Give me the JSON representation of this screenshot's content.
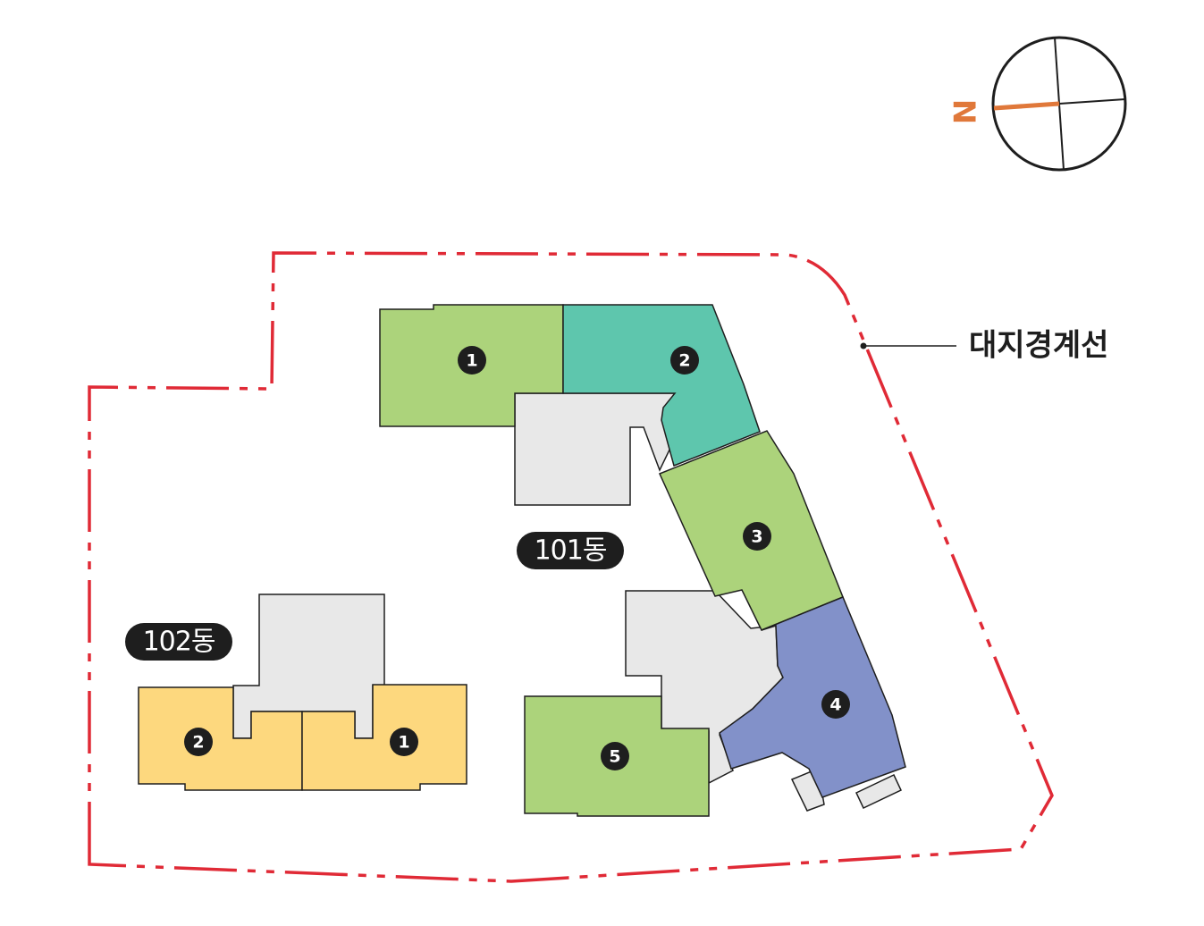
{
  "compass": {
    "north_label": "N",
    "north_color": "#e0783a",
    "ring_color": "#1e1e1e"
  },
  "site_boundary": {
    "label": "대지경계선",
    "color": "#e02a36"
  },
  "buildings": [
    {
      "name": "101동",
      "units": [
        {
          "number": "1",
          "color": "#acd37b"
        },
        {
          "number": "2",
          "color": "#5ec6ad"
        },
        {
          "number": "3",
          "color": "#acd37b"
        },
        {
          "number": "4",
          "color": "#8291c9"
        },
        {
          "number": "5",
          "color": "#acd37b"
        }
      ]
    },
    {
      "name": "102동",
      "units": [
        {
          "number": "1",
          "color": "#fdd87e"
        },
        {
          "number": "2",
          "color": "#fdd87e"
        }
      ]
    }
  ],
  "core_color": "#e8e8e8",
  "label_pill_color": "#1e1e1e"
}
